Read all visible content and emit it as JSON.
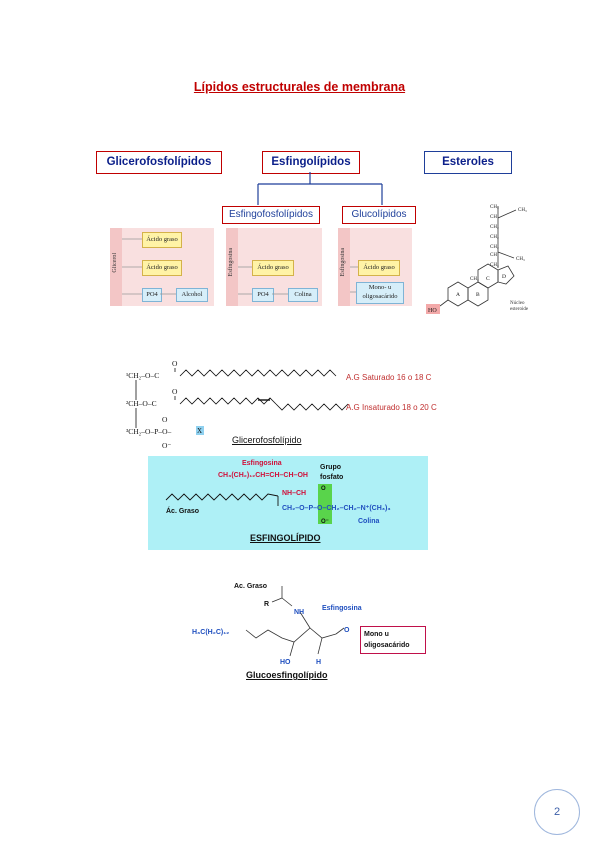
{
  "title": "Lípidos estructurales de membrana",
  "categories": {
    "glicero": "Glicerofosfolípidos",
    "esfingo": "Esfingolípidos",
    "esteroles": "Esteroles"
  },
  "subcategories": {
    "esfingofosfo": "Esfingofosfolípidos",
    "gluco": "Glucolípidos"
  },
  "panel1": {
    "backbone": "Glicerol",
    "chain1": "Ácido graso",
    "chain2": "Ácido graso",
    "po4": "PO4",
    "head": "Alcohol"
  },
  "panel2": {
    "backbone": "Esfingosina",
    "chain": "Ácido graso",
    "po4": "PO4",
    "head": "Colina"
  },
  "panel3": {
    "backbone": "Esfingosina",
    "chain": "Ácido graso",
    "head": "Mono- u oligosacárido"
  },
  "sterol": {
    "ho": "HO",
    "nucleus_label": "Núcleo esteroide",
    "rings": [
      "A",
      "B",
      "C",
      "D"
    ]
  },
  "glycerophospholipid": {
    "c1": "¹CH₂–O–C",
    "c2": "²CH–O–C",
    "c3": "³CH₂–O–P–O–",
    "x": "X",
    "ag1": "A.G Saturado 16 o 18 C",
    "ag2": "A.G Insaturado 18 o 20 C",
    "caption": "Glicerofosfolípido"
  },
  "sphingolipid": {
    "esfingosina": "Esfingosina",
    "formula": "CH₃(CH₂)₁₂CH=CH–CH–OH",
    "grupo": "Grupo",
    "fosfato": "fosfato",
    "nh": "NH–CH",
    "ch2": "CH₂–O–P–O–CH₂–CH₂–N⁺(CH₃)₃",
    "o_top": "O",
    "o_bottom": "O⁻",
    "acgraso": "Ác. Graso",
    "colina": "Colina",
    "caption": "ESFINGOLÍPIDO"
  },
  "glucosphingolipid": {
    "acgraso": "Ac. Graso",
    "r": "R",
    "nh": "NH",
    "esfingosina": "Esfingosina",
    "chain": "H₃C(H₂C)₁₂",
    "ho": "HO",
    "h": "H",
    "o": "O",
    "box": "Mono u oligosacárido",
    "caption": "Glucoesfingolípido"
  },
  "page_number": "2",
  "colors": {
    "red": "#c00000",
    "navy": "#0b1f8a",
    "cyan_panel": "#aef0f6",
    "pink": "#f3c6c6",
    "yellow": "#fff3a6"
  }
}
